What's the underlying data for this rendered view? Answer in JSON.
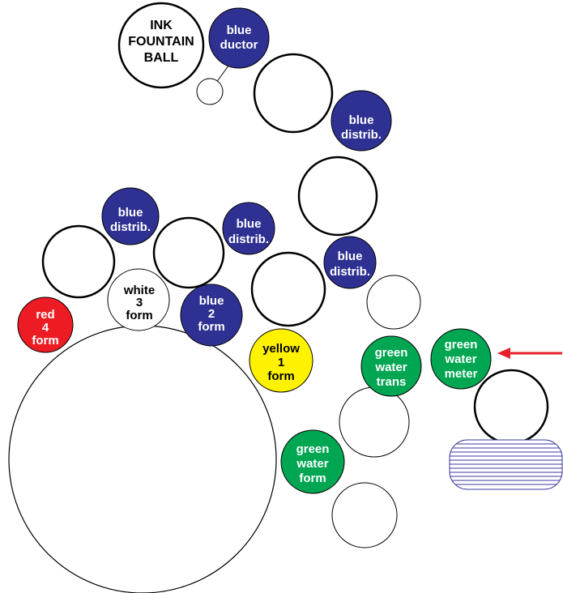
{
  "colors": {
    "blue": "#2e3192",
    "green": "#00a651",
    "red": "#ed1c24",
    "yellow": "#fff200",
    "outline": "#000000",
    "arrow": "#e8202a",
    "pan_lines": "#3a3aa0"
  },
  "labels": {
    "ink_fountain_ball": [
      "INK",
      "FOUNTAIN",
      "BALL"
    ],
    "blue_ductor": [
      "blue",
      "ductor"
    ],
    "blue_distrib_top": [
      "blue",
      "distrib."
    ],
    "blue_distrib_left": [
      "blue",
      "distrib."
    ],
    "blue_distrib_mid": [
      "blue",
      "distrib."
    ],
    "blue_distrib_right": [
      "blue",
      "distrib."
    ],
    "white_3_form": [
      "white",
      "3",
      "form"
    ],
    "red_4_form": [
      "red",
      "4",
      "form"
    ],
    "blue_2_form": [
      "blue",
      "2",
      "form"
    ],
    "yellow_1_form": [
      "yellow",
      "1",
      "form"
    ],
    "green_water_trans": [
      "green",
      "water",
      "trans"
    ],
    "green_water_meter": [
      "green",
      "water",
      "meter"
    ],
    "green_water_form": [
      "green",
      "water",
      "form"
    ]
  }
}
